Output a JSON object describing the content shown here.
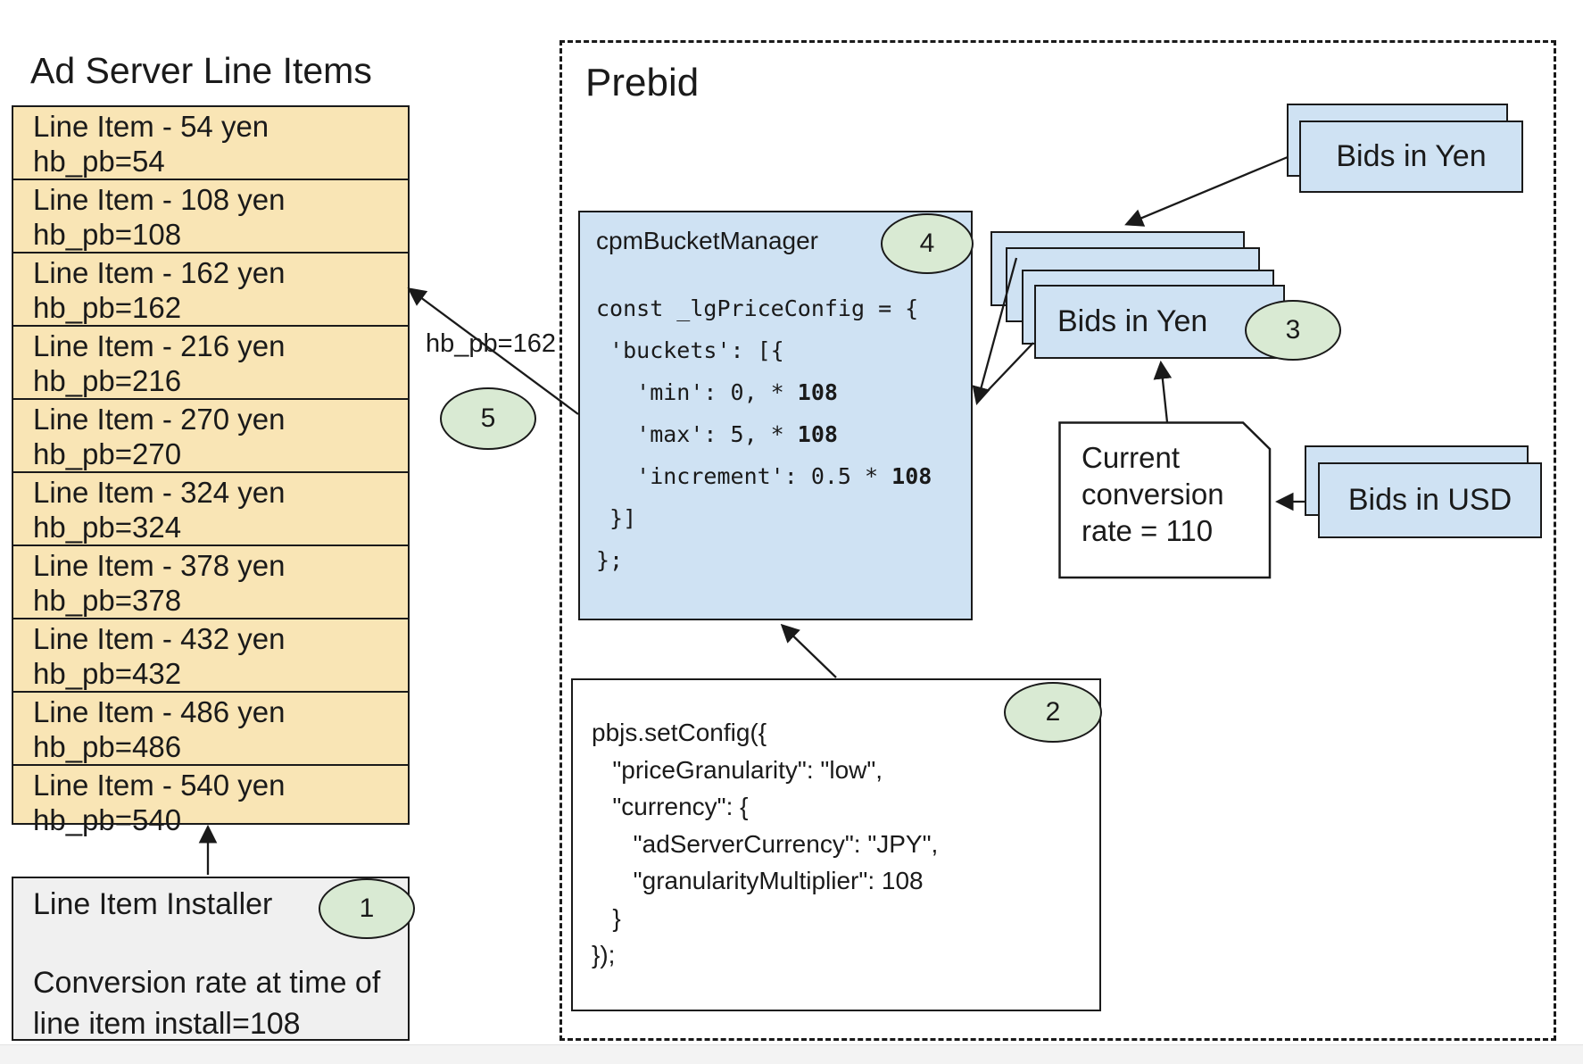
{
  "colors": {
    "box_blue": "#cfe2f3",
    "row_yellow": "#f9e5b5",
    "badge_green": "#d9ead3",
    "installer_gray": "#f0f0f0",
    "line_black": "#1a1a1a"
  },
  "ad_server": {
    "title": "Ad Server Line Items",
    "line_items": [
      {
        "label": "Line Item - 54 yen",
        "hb": "hb_pb=54"
      },
      {
        "label": "Line Item - 108 yen",
        "hb": "hb_pb=108"
      },
      {
        "label": "Line Item - 162 yen",
        "hb": "hb_pb=162"
      },
      {
        "label": "Line Item - 216 yen",
        "hb": "hb_pb=216"
      },
      {
        "label": "Line Item - 270 yen",
        "hb": "hb_pb=270"
      },
      {
        "label": "Line Item - 324 yen",
        "hb": "hb_pb=324"
      },
      {
        "label": "Line Item - 378 yen",
        "hb": "hb_pb=378"
      },
      {
        "label": "Line Item - 432 yen",
        "hb": "hb_pb=432"
      },
      {
        "label": "Line Item - 486 yen",
        "hb": "hb_pb=486"
      },
      {
        "label": "Line Item - 540 yen",
        "hb": "hb_pb=540"
      }
    ],
    "installer": {
      "title": "Line Item Installer",
      "badge": "1",
      "note": "Conversion rate at time of\nline item install=108"
    }
  },
  "connector": {
    "hb_label": "hb_pb=162",
    "badge": "5"
  },
  "prebid": {
    "title": "Prebid",
    "bucket_manager": {
      "title": "cpmBucketManager",
      "badge": "4",
      "code": [
        "const _lgPriceConfig = {",
        " 'buckets': [{",
        [
          {
            "t": "   'min': 0, * "
          },
          {
            "t": "108",
            "b": true
          }
        ],
        [
          {
            "t": "   'max': 5, * "
          },
          {
            "t": "108",
            "b": true
          }
        ],
        [
          {
            "t": "   'increment': 0.5 * "
          },
          {
            "t": "108",
            "b": true
          }
        ],
        " }]",
        "};"
      ]
    },
    "set_config": {
      "badge": "2",
      "code": [
        "pbjs.setConfig({",
        "   \"priceGranularity\": \"low\",",
        "   \"currency\": {",
        "      \"adServerCurrency\": \"JPY\",",
        "      \"granularityMultiplier\": 108",
        "   }",
        "});"
      ]
    },
    "yen_stack": {
      "label": "Bids in Yen",
      "badge": "3"
    },
    "yen_top_stack": {
      "label": "Bids in Yen"
    },
    "usd_stack": {
      "label": "Bids in USD"
    },
    "conversion_note": {
      "text": "Current\nconversion\nrate = 110"
    }
  }
}
